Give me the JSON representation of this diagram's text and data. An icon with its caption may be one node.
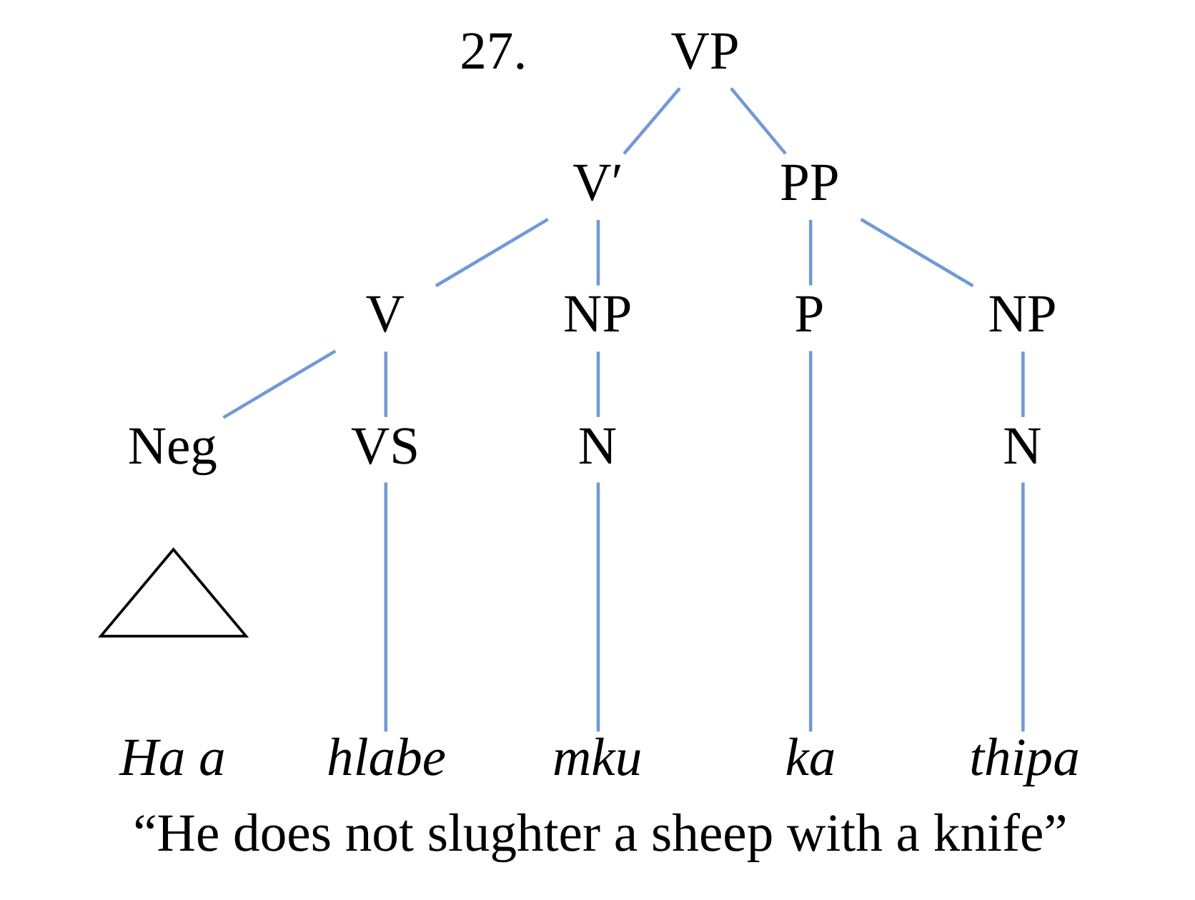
{
  "diagram": {
    "caption": "“He does not slughter a sheep with a knife”",
    "nodes": [
      {
        "text": [
          "VP"
        ]
      },
      {
        "text": [
          "V′"
        ]
      },
      {
        "text": [
          "PP"
        ]
      },
      {
        "text": [
          "V"
        ]
      },
      {
        "text": [
          "NP"
        ]
      },
      {
        "text": [
          "P"
        ]
      },
      {
        "text": [
          "NP"
        ]
      },
      {
        "text": [
          "Neg"
        ]
      },
      {
        "text": [
          "VS"
        ]
      },
      {
        "text": [
          "N"
        ]
      },
      {
        "text": [
          "N"
        ]
      },
      {
        "text": [],
        "shape": "triangle"
      },
      {
        "text": [
          "Ha a"
        ]
      },
      {
        "text": [
          "hlabe"
        ]
      },
      {
        "text": [
          "mku"
        ]
      },
      {
        "text": [
          "ka"
        ]
      },
      {
        "text": [
          "thipa"
        ]
      }
    ],
    "edges": [
      {
        "from": 0,
        "to": 1,
        "arrow": "none"
      },
      {
        "from": 0,
        "to": 2,
        "arrow": "none"
      },
      {
        "from": 1,
        "to": 3,
        "arrow": "none"
      },
      {
        "from": 1,
        "to": 4,
        "arrow": "none"
      },
      {
        "from": 2,
        "to": 5,
        "arrow": "none"
      },
      {
        "from": 2,
        "to": 6,
        "arrow": "none"
      },
      {
        "from": 3,
        "to": 7,
        "arrow": "none"
      },
      {
        "from": 3,
        "to": 8,
        "arrow": "none"
      },
      {
        "from": 4,
        "to": 9,
        "arrow": "none"
      },
      {
        "from": 6,
        "to": 10,
        "arrow": "none"
      },
      {
        "from": 8,
        "to": 13,
        "arrow": "none"
      },
      {
        "from": 9,
        "to": 14,
        "arrow": "none"
      },
      {
        "from": 5,
        "to": 15,
        "arrow": "none"
      },
      {
        "from": 10,
        "to": 16,
        "arrow": "none"
      }
    ],
    "labels": [
      "27."
    ]
  }
}
